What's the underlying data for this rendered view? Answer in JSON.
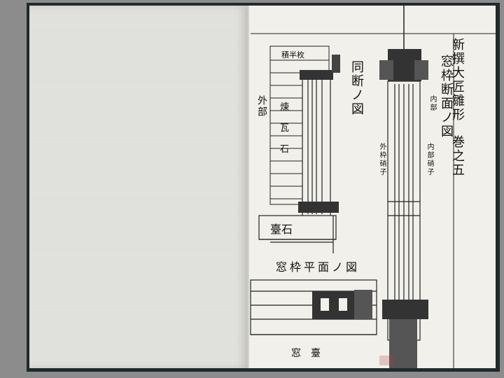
{
  "running_head": "新撰大匠雛形",
  "volume": "巻之五",
  "title_right": "窓枠断面ノ図",
  "title_center": "同断ノ図",
  "title_bottom_row": "窓枠平面ノ図",
  "side_label": "外部",
  "wall_labels": [
    "煉",
    "瓦",
    "石"
  ],
  "top_label": "積半枚",
  "sill_label": "臺石",
  "base_label": "窓臺",
  "interior_label": "内部",
  "glass_labels": [
    "外枠硝子",
    "内部硝子"
  ]
}
